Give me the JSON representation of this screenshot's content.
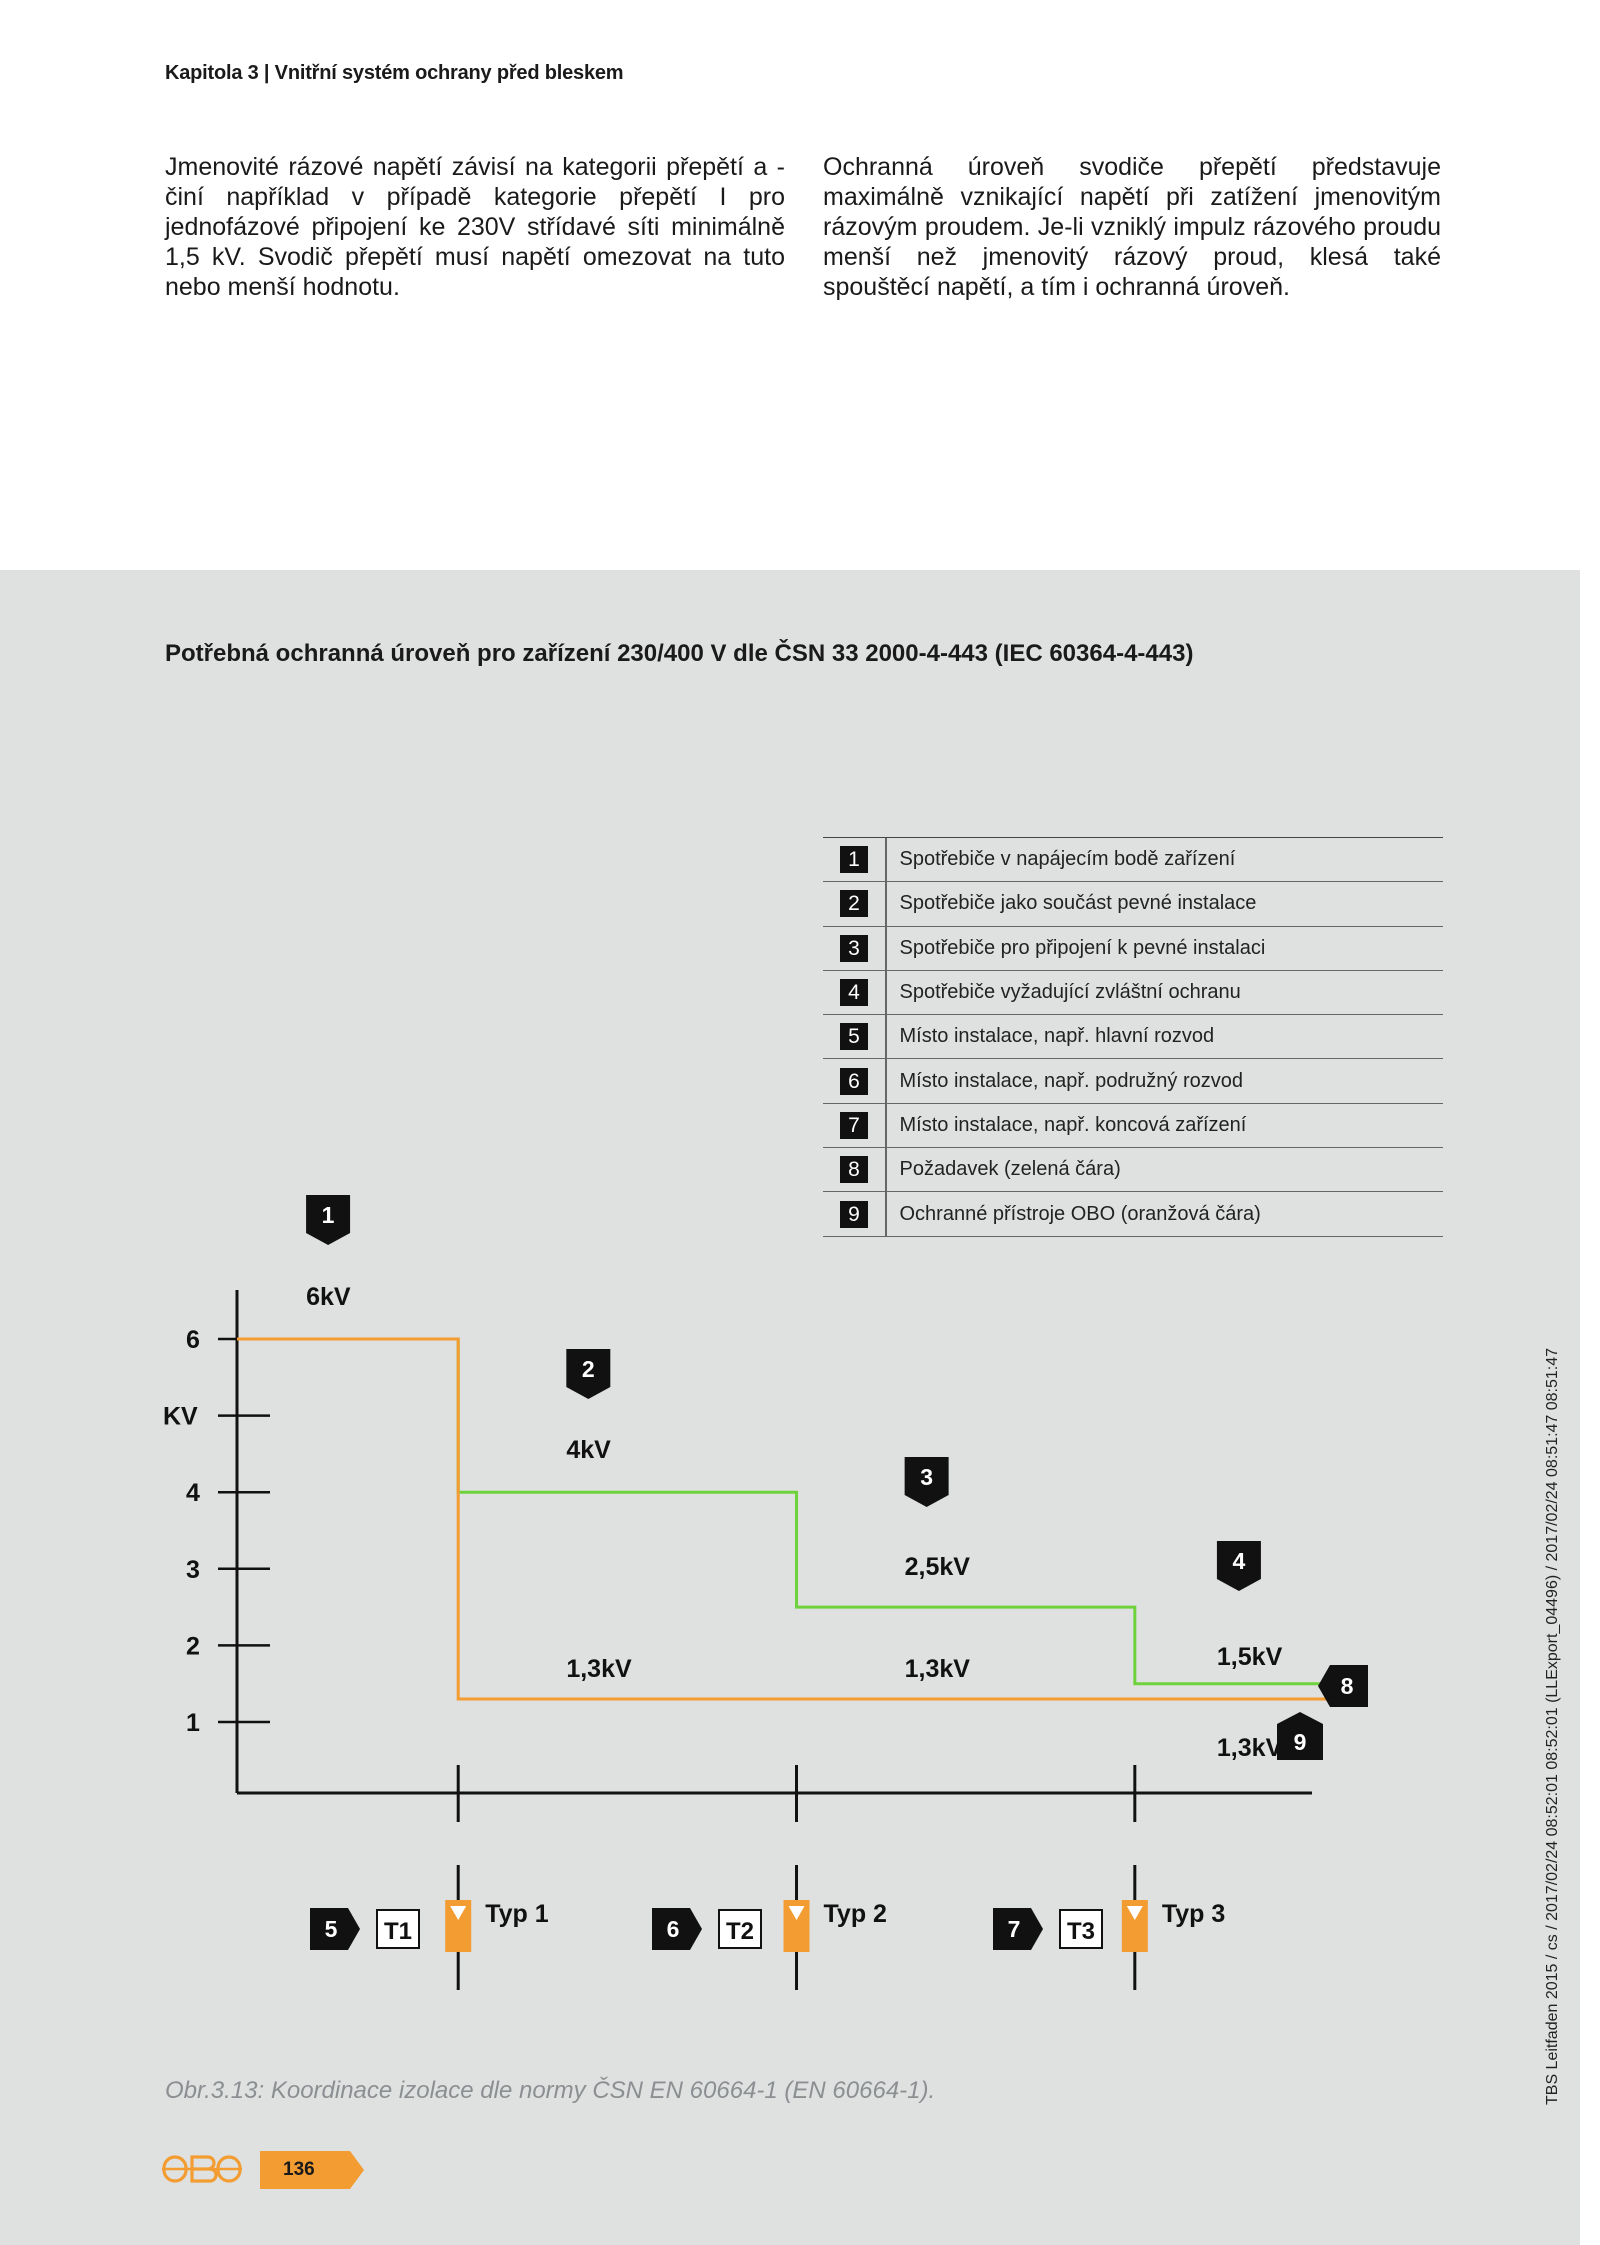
{
  "header": {
    "title": "Kapitola 3 | Vnitřní systém ochrany před bleskem"
  },
  "body": {
    "left_paragraph": "Jmenovité rázové napětí závisí na kategorii přepětí a - činí například v případě kategorie přepětí I pro jednofázové připojení ke 230V střídavé síti minimálně 1,5 kV. Svodič přepětí musí napětí omezovat na tuto nebo menší hodnotu.",
    "right_paragraph": "Ochranná úroveň svodiče přepětí představuje maximálně vznikající napětí při zatížení jmenovitým rázovým proudem. Je-li vzniklý impulz rázového proudu menší než jmenovitý rázový proud, klesá také spouštěcí napětí, a tím i ochranná úroveň."
  },
  "figure": {
    "title": "Potřebná ochranná úroveň pro zařízení 230/400 V dle ČSN 33 2000-4-443 (IEC 60364-4-443)",
    "caption": "Obr.3.13: Koordinace izolace dle normy ČSN EN 60664-1 (EN 60664-1).",
    "legend": [
      {
        "num": "1",
        "label": "Spotřebiče v napájecím bodě zařízení"
      },
      {
        "num": "2",
        "label": "Spotřebiče jako součást pevné instalace"
      },
      {
        "num": "3",
        "label": "Spotřebiče pro připojení k pevné instalaci"
      },
      {
        "num": "4",
        "label": "Spotřebiče vyžadující zvláštní ochranu"
      },
      {
        "num": "5",
        "label": "Místo instalace, např. hlavní rozvod"
      },
      {
        "num": "6",
        "label": "Místo instalace, např. podružný rozvod"
      },
      {
        "num": "7",
        "label": "Místo instalace, např. koncová zařízení"
      },
      {
        "num": "8",
        "label": "Požadavek (zelená čára)"
      },
      {
        "num": "9",
        "label": "Ochranné přístroje OBO (oranžová čára)"
      }
    ],
    "colors": {
      "green": "#6ed23c",
      "orange": "#f39c32",
      "black": "#111111",
      "panel": "#dfe1e0"
    }
  },
  "chart_data": {
    "type": "line",
    "ylabel": "KV",
    "yticks": [
      "1",
      "2",
      "3",
      "4",
      "6"
    ],
    "ylim": [
      0,
      6.6
    ],
    "xlim": [
      0,
      4.2
    ],
    "series": [
      {
        "name": "Požadavek (zelená čára)",
        "color": "#6ed23c",
        "x": [
          0,
          0.85,
          0.85,
          2.15,
          2.15,
          3.45,
          3.45,
          4.2
        ],
        "y": [
          6,
          6,
          4,
          4,
          2.5,
          2.5,
          1.5,
          1.5
        ]
      },
      {
        "name": "Ochranné přístroje OBO (oranžová čára)",
        "color": "#f39c32",
        "x": [
          0,
          0.85,
          0.85,
          4.2
        ],
        "y": [
          6,
          6,
          1.3,
          1.3
        ]
      }
    ],
    "categories": [
      {
        "marker": "1",
        "value": "6kV"
      },
      {
        "marker": "2",
        "value": "4kV",
        "protection": "1,3kV"
      },
      {
        "marker": "3",
        "value": "2,5kV",
        "protection": "1,3kV"
      },
      {
        "marker": "4",
        "value": "1,5kV",
        "protection": "1,3kV"
      }
    ],
    "end_markers": [
      "8",
      "9"
    ],
    "devices": [
      {
        "marker": "5",
        "tag": "T1",
        "label": "Typ 1"
      },
      {
        "marker": "6",
        "tag": "T2",
        "label": "Typ 2"
      },
      {
        "marker": "7",
        "tag": "T3",
        "label": "Typ 3"
      }
    ]
  },
  "footer": {
    "logo_text": "OBO",
    "page_number": "136",
    "side_note": "TBS Leitfaden 2015 / cs / 2017/02/24 08:52:01 08:52:01 (LLExport_04496) / 2017/02/24 08:51:47 08:51:47"
  }
}
